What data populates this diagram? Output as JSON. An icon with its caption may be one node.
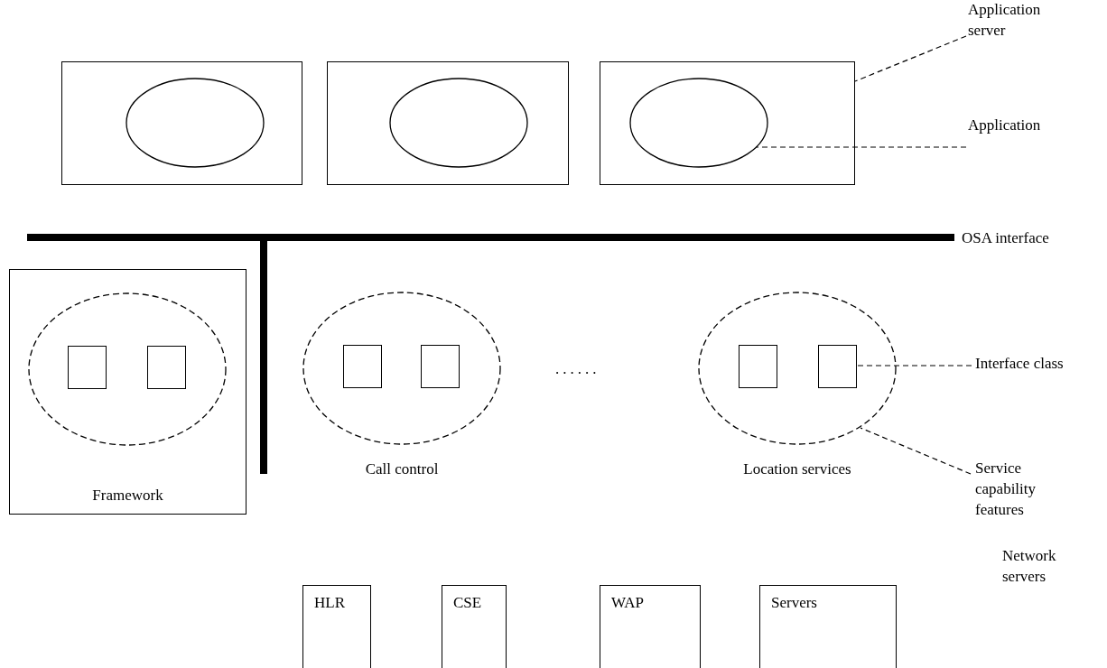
{
  "diagram": {
    "nodes": [
      {
        "text": [],
        "shape": "box"
      },
      {
        "text": [],
        "shape": "ellipse",
        "in": 0
      },
      {
        "text": [],
        "shape": "box"
      },
      {
        "text": [],
        "shape": "ellipse",
        "in": 2
      },
      {
        "text": [],
        "shape": "box"
      },
      {
        "text": [],
        "shape": "ellipse",
        "in": 4
      },
      {
        "text": [
          "Application server"
        ]
      },
      {
        "text": [
          "Application"
        ]
      },
      {
        "text": [],
        "shape": "bar",
        "beside": [
          "OSA interface"
        ]
      },
      {
        "text": [
          "Framework"
        ]
      },
      {
        "text": [],
        "shape": "ellipse",
        "in": 9
      },
      {
        "text": [],
        "shape": "box",
        "in": 10
      },
      {
        "text": [],
        "shape": "box",
        "in": 10
      },
      {
        "text": [
          "Call control"
        ]
      },
      {
        "text": [],
        "shape": "box",
        "in": 13
      },
      {
        "text": [],
        "shape": "box",
        "in": 13
      },
      {
        "text": [
          "Location services"
        ]
      },
      {
        "text": [],
        "shape": "box",
        "in": 16
      },
      {
        "text": [],
        "shape": "box",
        "in": 16
      },
      {
        "text": [
          "Interface class"
        ]
      },
      {
        "text": [
          "Service capability features"
        ]
      },
      {
        "text": [
          "HLR"
        ]
      },
      {
        "text": [
          "CSE"
        ]
      },
      {
        "text": [
          "WAP"
        ]
      },
      {
        "text": [
          "Servers"
        ]
      }
    ],
    "edges": [
      {
        "from": 6,
        "to": 4,
        "arrow": "none",
        "style": "dashed"
      },
      {
        "from": 7,
        "to": 5,
        "arrow": "none",
        "style": "dashed"
      },
      {
        "from": 19,
        "to": 18,
        "arrow": "none",
        "style": "dashed"
      },
      {
        "from": 20,
        "to": 16,
        "arrow": "none",
        "style": "dashed"
      }
    ],
    "labels": [
      "......",
      "Network servers"
    ]
  }
}
